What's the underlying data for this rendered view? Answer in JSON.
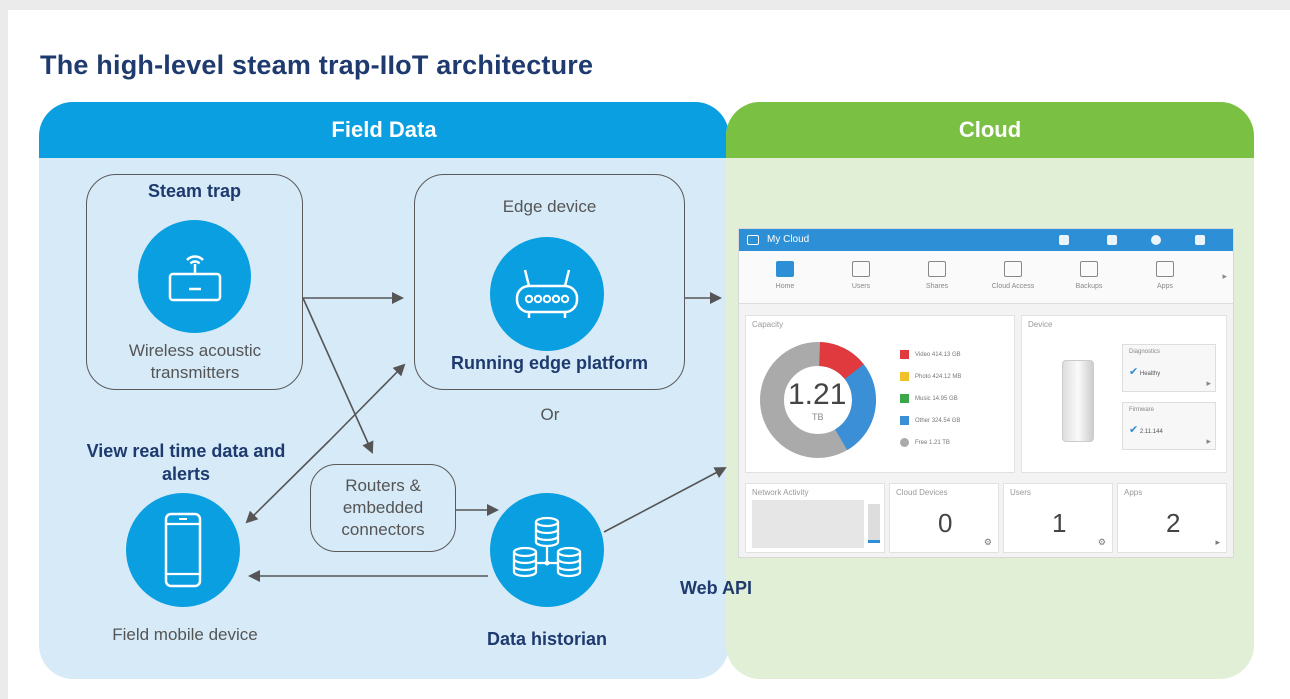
{
  "title": "The high-level steam trap-IIoT architecture",
  "panels": {
    "field": "Field Data",
    "cloud": "Cloud"
  },
  "nodes": {
    "steam_trap_title": "Steam trap",
    "steam_trap_caption": "Wireless  acoustic transmitters",
    "edge_title": "Edge device",
    "edge_caption": "Running edge platform",
    "or_text": "Or",
    "view_realtime": "View real time data and alerts",
    "routers": "Routers & embedded connectors",
    "field_mobile": "Field mobile device",
    "data_historian": "Data historian",
    "web_api": "Web API"
  },
  "dashboard": {
    "app_title": "My Cloud",
    "nav": [
      "Home",
      "Users",
      "Shares",
      "Cloud Access",
      "Backups",
      "Apps"
    ],
    "capacity_label": "Capacity",
    "capacity_value": "1.21",
    "capacity_unit": "TB",
    "legend": [
      {
        "name": "Video",
        "value": "414.13 GB",
        "color": "#e03a3e"
      },
      {
        "name": "Photo",
        "value": "424.12 MB",
        "color": "#f2c02a"
      },
      {
        "name": "Music",
        "value": "14.95 GB",
        "color": "#3aa84a"
      },
      {
        "name": "Other",
        "value": "324.54 GB",
        "color": "#3a8fd6"
      },
      {
        "name": "Free",
        "value": "1.21 TB",
        "color": "#aaaaaa"
      }
    ],
    "device_label": "Device",
    "diagnostics_label": "Diagnostics",
    "diagnostics_value": "Healthy",
    "firmware_label": "Firmware",
    "firmware_value": "2.11.144",
    "network_label": "Network Activity",
    "cloud_devices_label": "Cloud Devices",
    "cloud_devices_value": "0",
    "users_label": "Users",
    "users_value": "1",
    "apps_label": "Apps",
    "apps_value": "2"
  },
  "colors": {
    "field_header": "#0a9fe0",
    "cloud_header": "#7ac143",
    "field_bg": "#d6eaf8",
    "cloud_bg": "#e0efd6",
    "title": "#1e3a6e"
  },
  "icons": [
    "router-icon",
    "edge-router-icon",
    "smartphone-icon",
    "database-icon"
  ]
}
